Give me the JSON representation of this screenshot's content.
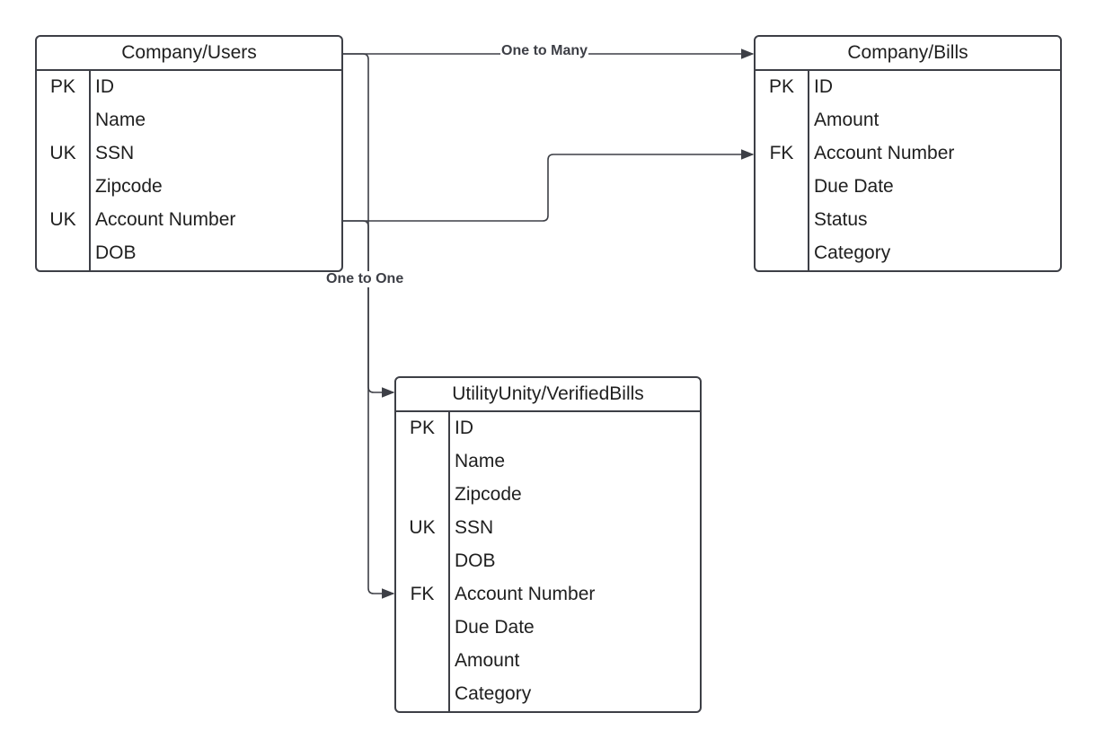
{
  "entities": {
    "users": {
      "title": "Company/Users",
      "rows": [
        {
          "key": "PK",
          "field": "ID"
        },
        {
          "key": "",
          "field": "Name"
        },
        {
          "key": "UK",
          "field": "SSN"
        },
        {
          "key": "",
          "field": "Zipcode"
        },
        {
          "key": "UK",
          "field": "Account Number"
        },
        {
          "key": "",
          "field": "DOB"
        }
      ]
    },
    "bills": {
      "title": "Company/Bills",
      "rows": [
        {
          "key": "PK",
          "field": "ID"
        },
        {
          "key": "",
          "field": "Amount"
        },
        {
          "key": "FK",
          "field": "Account Number"
        },
        {
          "key": "",
          "field": "Due Date"
        },
        {
          "key": "",
          "field": "Status"
        },
        {
          "key": "",
          "field": "Category"
        }
      ]
    },
    "verified": {
      "title": "UtilityUnity/VerifiedBills",
      "rows": [
        {
          "key": "PK",
          "field": "ID"
        },
        {
          "key": "",
          "field": "Name"
        },
        {
          "key": "",
          "field": "Zipcode"
        },
        {
          "key": "UK",
          "field": "SSN"
        },
        {
          "key": "",
          "field": "DOB"
        },
        {
          "key": "FK",
          "field": "Account Number"
        },
        {
          "key": "",
          "field": "Due Date"
        },
        {
          "key": "",
          "field": "Amount"
        },
        {
          "key": "",
          "field": "Category"
        }
      ]
    }
  },
  "relationships": {
    "one_to_many": "One to Many",
    "one_to_one": "One to One"
  },
  "colors": {
    "line": "#3d3f46",
    "text": "#1f1f1f"
  }
}
